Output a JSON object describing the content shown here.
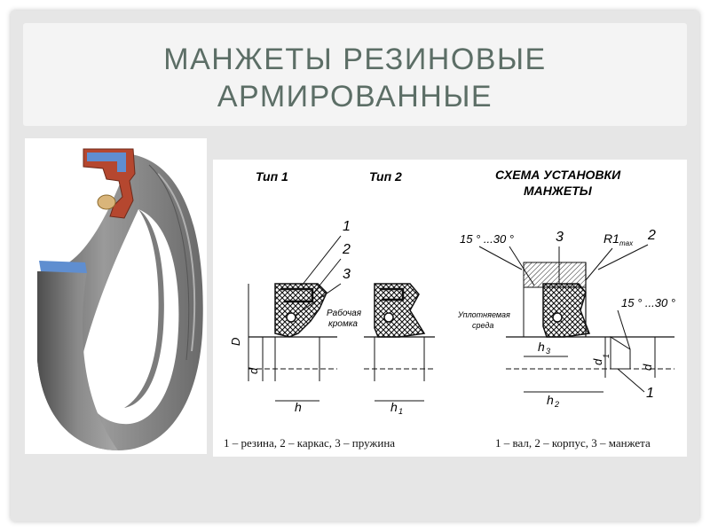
{
  "slide": {
    "title_line1": "МАНЖЕТЫ РЕЗИНОВЫЕ",
    "title_line2": "АРМИРОВАННЫЕ"
  },
  "drawing": {
    "type1_label": "Тип 1",
    "type2_label": "Тип 2",
    "scheme_title_line1": "СХЕМА УСТАНОВКИ",
    "scheme_title_line2": "МАНЖЕТЫ",
    "part_labels": [
      "1",
      "2",
      "3"
    ],
    "dim_D": "D",
    "dim_d": "d",
    "dim_h": "h",
    "dim_h1": "h",
    "dim_h1_sub": "1",
    "working_edge_line1": "Рабочая",
    "working_edge_line2": "кромка",
    "angle_top": "15 ° ...30 °",
    "angle_right": "15 ° ...30 °",
    "radius_label": "R1",
    "radius_sub": "max",
    "sealed_medium_line1": "Уплотняемая",
    "sealed_medium_line2": "среда",
    "scheme_num_3": "3",
    "scheme_num_2": "2",
    "scheme_num_1": "1",
    "dim_h3": "h",
    "dim_h3_sub": "3",
    "dim_h2": "h",
    "dim_h2_sub": "2",
    "dim_d1": "d",
    "dim_d1_sub": "1",
    "dim_d_right": "d",
    "caption_left": "1 – резина, 2 – каркас, 3 – пружина",
    "caption_right": "1 – вал, 2 – корпус, 3 – манжета"
  },
  "colors": {
    "title": "#5c6e66",
    "rubber_red": "#b5472f",
    "metal_blue": "#5f8ed0",
    "seal_gray": "#8f8f8f",
    "spring_gold": "#d9b57a"
  }
}
